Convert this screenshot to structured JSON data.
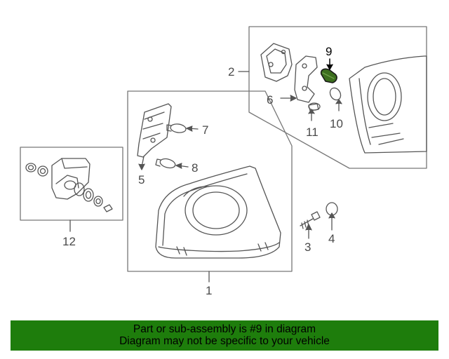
{
  "diagram": {
    "callouts": {
      "c1": "1",
      "c2": "2",
      "c3": "3",
      "c4": "4",
      "c5": "5",
      "c6": "6",
      "c7": "7",
      "c8": "8",
      "c9": "9",
      "c10": "10",
      "c11": "11",
      "c12": "12"
    },
    "highlight_color": "#3c6e1e"
  },
  "banner": {
    "line1": "Part or sub-assembly is #9 in diagram",
    "line2": "Diagram may not be specific to your vehicle",
    "color": "#1e7d0c"
  }
}
